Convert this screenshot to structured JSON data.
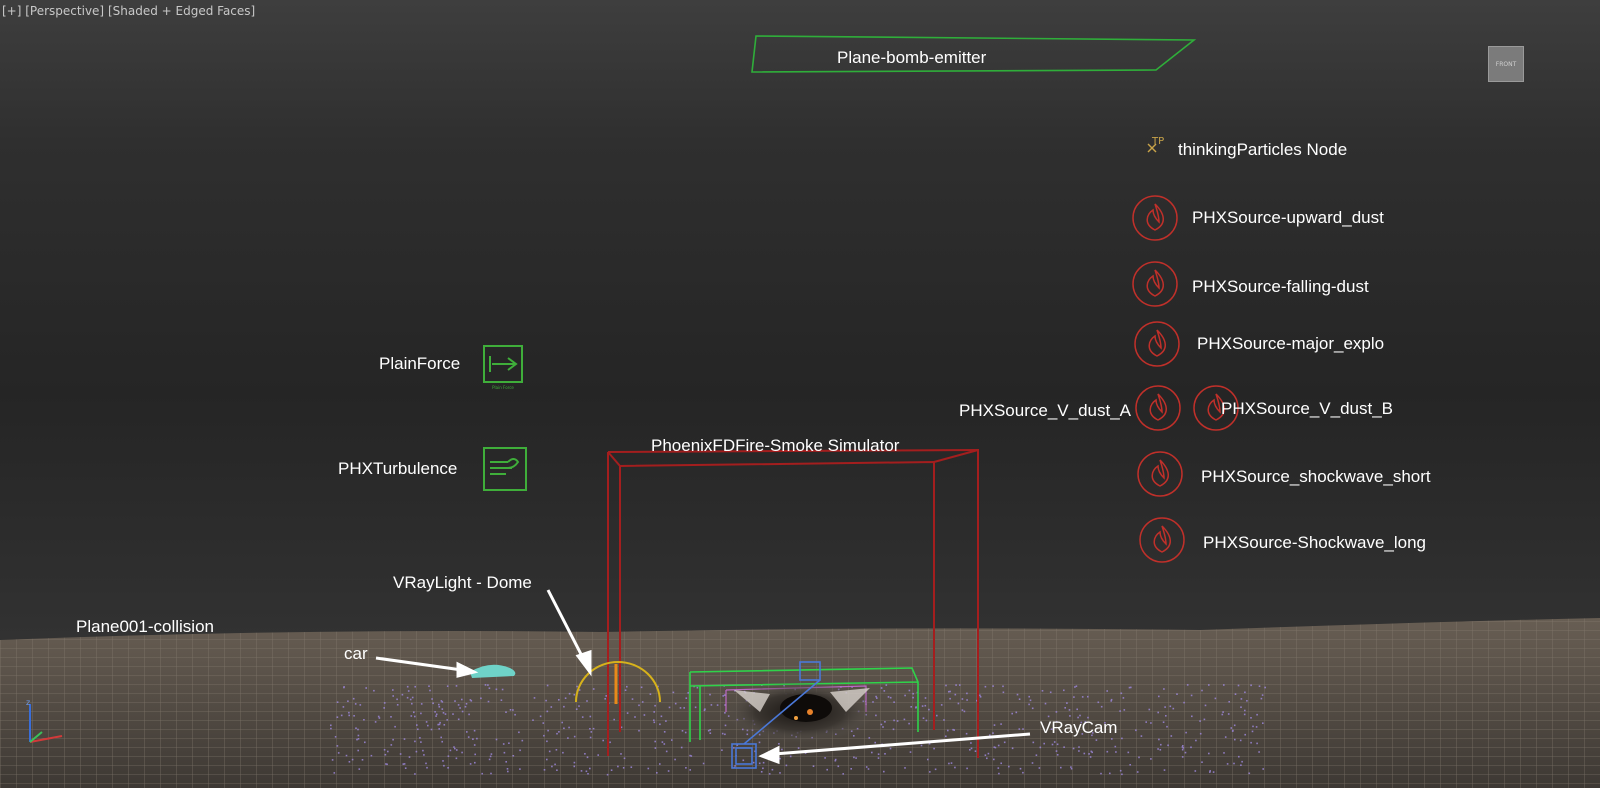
{
  "viewport": {
    "label_plus": "[+]",
    "label_view": "[Perspective]",
    "label_shading": "[Shaded + Edged Faces]",
    "viewcube_label": "FRONT"
  },
  "objects": {
    "plane_bomb_emitter": "Plane-bomb-emitter",
    "thinking_particles": "thinkingParticles Node",
    "tp_glyph": "TP",
    "src_upward_dust": "PHXSource-upward_dust",
    "src_falling_dust": "PHXSource-falling-dust",
    "src_major_explo": "PHXSource-major_explo",
    "src_v_dust_a": "PHXSource_V_dust_A",
    "src_v_dust_b": "PHXSource_V_dust_B",
    "src_shockwave_short": "PHXSource_shockwave_short",
    "src_shockwave_long": "PHXSource-Shockwave_long",
    "plain_force": "PlainForce",
    "phx_turbulence": "PHXTurbulence",
    "simulator": "PhoenixFDFire-Smoke Simulator",
    "vraylight_dome": "VRayLight - Dome",
    "plane001_collision": "Plane001-collision",
    "car": "car",
    "vraycam": "VRayCam"
  },
  "colors": {
    "source_icon": "#c0302a",
    "helper_green": "#3fae3a",
    "simulator_red": "#a41e1e",
    "emitter_green": "#2fae3a",
    "dome_yellow": "#d7b21b",
    "grid": "#8a7f73",
    "car": "#6fd3c8",
    "tp_gold": "#c9a449"
  }
}
